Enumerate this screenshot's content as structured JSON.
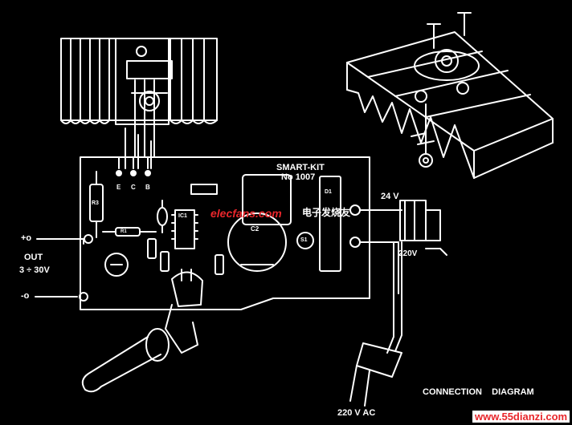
{
  "title": "CONNECTION    DIAGRAM",
  "kit_name": "SMART-KIT",
  "kit_number": "No 1007",
  "labels": {
    "plus": "+o",
    "minus": "-o",
    "out": "OUT",
    "range": "3 ÷ 30V",
    "v24": "24 V",
    "v220": "220V",
    "ac": "220 V  AC",
    "pcb_ecb": "E C B",
    "ecb_e": "E",
    "ecb_c": "C",
    "ecb_b": "B",
    "c2": "C2",
    "r3": "R3",
    "r1": "R1",
    "ic1": "IC1",
    "d1": "D1",
    "s1": "S1"
  },
  "watermarks": {
    "top": "elecfans.com",
    "top_cn": "电子发烧友",
    "bottom": "www.55dianzi.com"
  },
  "colors": {
    "background": "#000000",
    "ink": "#ffffff",
    "watermark_red": "#e8262b",
    "watermark_blue": "#1f5fbf"
  }
}
